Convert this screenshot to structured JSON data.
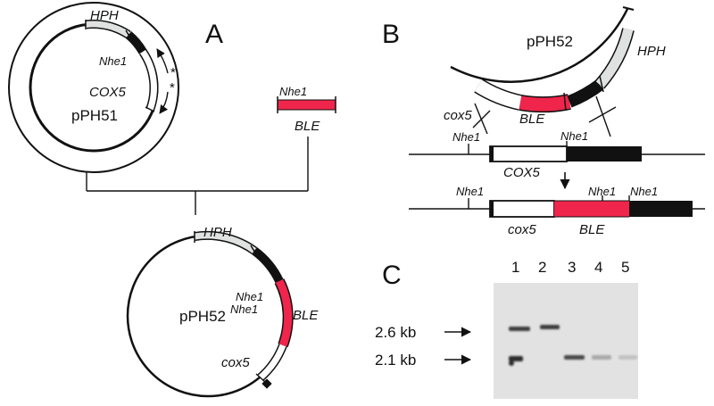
{
  "panels": {
    "a": "A",
    "b": "B",
    "c": "C"
  },
  "colors": {
    "ble": "#f0254b",
    "hph": "#e0e2e2",
    "cox5": "#ffffff",
    "black_segment": "#111111",
    "gel_background": "#e2e2e2",
    "band": "#404040",
    "line": "#111111"
  },
  "panel_a": {
    "plasmid_pph51": {
      "name": "pPH51",
      "gene_hph": "HPH",
      "gene_cox5": "COX5",
      "site": "Nhe1",
      "primer_marks": [
        "*",
        "*"
      ]
    },
    "fragment": {
      "site": "Nhe1",
      "gene": "BLE"
    },
    "plasmid_pph52": {
      "name": "pPH52",
      "gene_hph": "HPH",
      "site_1": "Nhe1",
      "site_2": "Nhe1",
      "gene_ble": "BLE",
      "gene_cox5": "cox5"
    }
  },
  "panel_b": {
    "plasmid": {
      "name": "pPH52",
      "gene_hph": "HPH",
      "gene_cox5": "cox5",
      "gene_ble": "BLE"
    },
    "wildtype_locus": {
      "site_left": "Nhe1",
      "site_right": "Nhe1",
      "gene": "COX5"
    },
    "recombinant_locus": {
      "site_left": "Nhe1",
      "site_mid": "Nhe1",
      "site_right": "Nhe1",
      "gene_cox5": "cox5",
      "gene_ble": "BLE"
    }
  },
  "panel_c": {
    "lanes": [
      "1",
      "2",
      "3",
      "4",
      "5"
    ],
    "size_markers": [
      "2.6 kb",
      "2.1 kb"
    ],
    "bands": [
      {
        "lane": 1,
        "size": "2.6 kb",
        "intensity": "strong"
      },
      {
        "lane": 1,
        "size": "2.1 kb",
        "intensity": "strong"
      },
      {
        "lane": 2,
        "size": "2.6 kb",
        "intensity": "strong"
      },
      {
        "lane": 3,
        "size": "2.1 kb",
        "intensity": "strong"
      },
      {
        "lane": 4,
        "size": "2.1 kb",
        "intensity": "faint"
      },
      {
        "lane": 5,
        "size": "2.1 kb",
        "intensity": "faint"
      }
    ]
  }
}
